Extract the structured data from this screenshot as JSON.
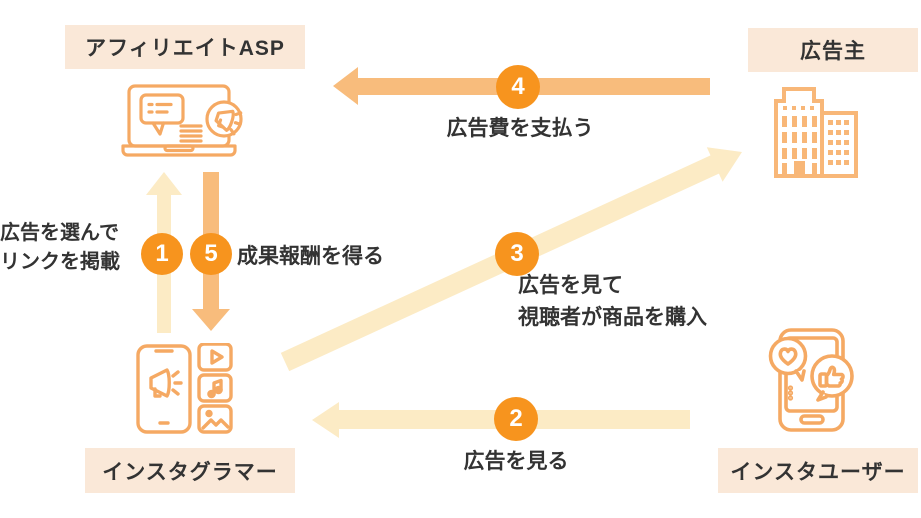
{
  "colors": {
    "badge_orange": "#F7941E",
    "arrow_medium": "#F8BC7C",
    "arrow_light": "#FCEBC5",
    "icon_stroke": "#F5A963",
    "building_stroke": "#F8B778",
    "label_bg": "#FAE8D8",
    "text": "#333333"
  },
  "nodes": {
    "asp": {
      "label": "アフィリエイトASP",
      "icon": "laptop-chat-megaphone-icon"
    },
    "advertiser": {
      "label": "広告主",
      "icon": "office-building-icon"
    },
    "instagrammer": {
      "label": "インスタグラマー",
      "icon": "smartphone-megaphone-media-icon"
    },
    "insta_user": {
      "label": "インスタユーザー",
      "icon": "smartphone-reactions-icon"
    }
  },
  "steps": {
    "step1": {
      "number": "1",
      "line1": "広告を選んで",
      "line2": "リンクを掲載",
      "from": "instagrammer",
      "to": "asp",
      "arrow_style": "light",
      "direction": "up"
    },
    "step2": {
      "number": "2",
      "label": "広告を見る",
      "from": "insta_user",
      "to": "instagrammer",
      "arrow_style": "light",
      "direction": "left"
    },
    "step3": {
      "number": "3",
      "line1": "広告を見て",
      "line2": "視聴者が商品を購入",
      "from": "instagrammer",
      "to": "advertiser",
      "arrow_style": "light",
      "direction": "up-right"
    },
    "step4": {
      "number": "4",
      "label": "広告費を支払う",
      "from": "advertiser",
      "to": "asp",
      "arrow_style": "medium",
      "direction": "left"
    },
    "step5": {
      "number": "5",
      "label": "成果報酬を得る",
      "from": "asp",
      "to": "instagrammer",
      "arrow_style": "medium",
      "direction": "down"
    }
  }
}
